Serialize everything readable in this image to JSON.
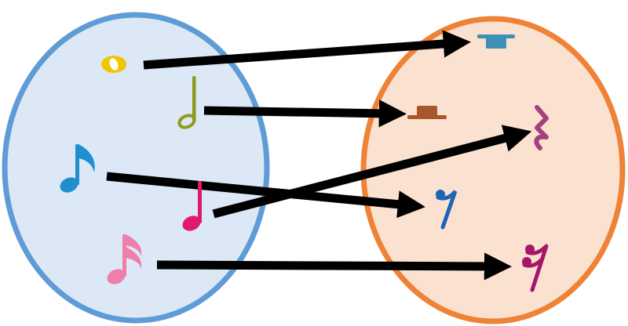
{
  "sets": {
    "left": {
      "fill": "#dce8f6",
      "stroke": "#5f9bd6"
    },
    "right": {
      "fill": "#fbe1d0",
      "stroke": "#ee8236"
    }
  },
  "arrow_color": "#000000",
  "notes": [
    {
      "id": "whole",
      "icon": "whole-note-icon",
      "color": "#f2c500"
    },
    {
      "id": "half",
      "icon": "half-note-icon",
      "color": "#8d9a1c"
    },
    {
      "id": "eighth",
      "icon": "eighth-note-icon",
      "color": "#1f8fd0"
    },
    {
      "id": "quarter",
      "icon": "quarter-note-icon",
      "color": "#e01a6b"
    },
    {
      "id": "sixteenth",
      "icon": "sixteenth-note-icon",
      "color": "#ee7eaa"
    }
  ],
  "rests": [
    {
      "id": "whole-rest",
      "icon": "whole-rest-icon",
      "color": "#3f90b6"
    },
    {
      "id": "half-rest",
      "icon": "half-rest-icon",
      "color": "#a8572a"
    },
    {
      "id": "quarter-rest",
      "icon": "quarter-rest-icon",
      "color": "#a53f7d"
    },
    {
      "id": "eighth-rest",
      "icon": "eighth-rest-icon",
      "color": "#1f63b5"
    },
    {
      "id": "sixteenth-rest",
      "icon": "sixteenth-rest-icon",
      "color": "#a5166a"
    }
  ],
  "mappings": [
    {
      "from": "whole",
      "to": "whole-rest"
    },
    {
      "from": "half",
      "to": "half-rest"
    },
    {
      "from": "eighth",
      "to": "eighth-rest"
    },
    {
      "from": "quarter",
      "to": "quarter-rest"
    },
    {
      "from": "sixteenth",
      "to": "sixteenth-rest"
    }
  ]
}
